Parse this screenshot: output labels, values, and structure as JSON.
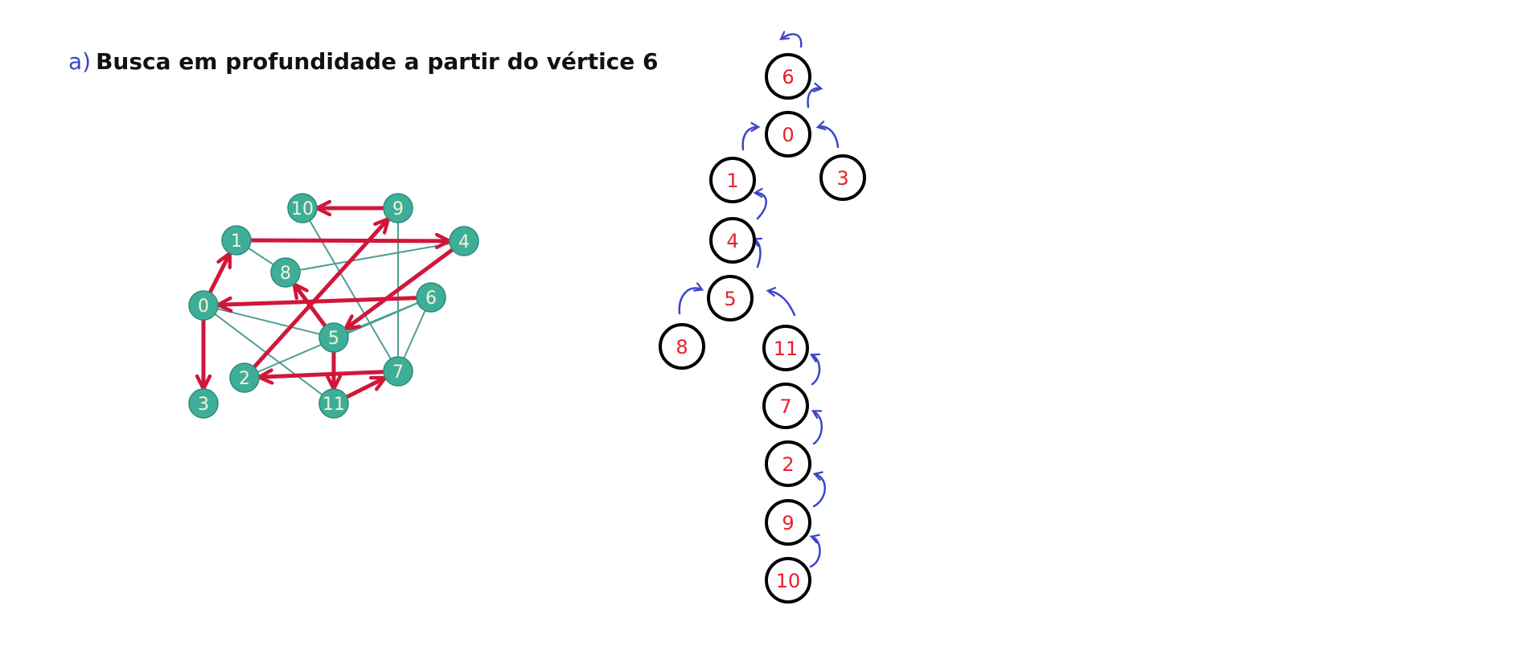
{
  "heading": {
    "label": "a)",
    "text": "Busca em profundidade a partir do vértice 6"
  },
  "colors": {
    "graph_node": "#3fae98",
    "graph_node_stroke": "#2a8c78",
    "graph_edge": "#4e9e94",
    "dfs_arrow": "#d0173a",
    "tree_node_stroke": "#000000",
    "tree_label": "#e8202a",
    "tree_arrow": "#3d45c8",
    "label_light": "#f4f4d8"
  },
  "graph": {
    "nodes": [
      "10",
      "9",
      "1",
      "4",
      "8",
      "0",
      "6",
      "5",
      "2",
      "7",
      "3",
      "11"
    ],
    "edges": [
      [
        "1",
        "8"
      ],
      [
        "8",
        "4"
      ],
      [
        "0",
        "5"
      ],
      [
        "0",
        "11"
      ],
      [
        "0",
        "3"
      ],
      [
        "9",
        "7"
      ],
      [
        "10",
        "7"
      ],
      [
        "6",
        "5"
      ],
      [
        "6",
        "7"
      ],
      [
        "8",
        "5"
      ],
      [
        "5",
        "4"
      ],
      [
        "2",
        "6"
      ]
    ],
    "dfs_arrows": [
      [
        "6",
        "0"
      ],
      [
        "0",
        "1"
      ],
      [
        "1",
        "4"
      ],
      [
        "4",
        "5"
      ],
      [
        "5",
        "8"
      ],
      [
        "5",
        "11"
      ],
      [
        "11",
        "7"
      ],
      [
        "7",
        "2"
      ],
      [
        "2",
        "9"
      ],
      [
        "9",
        "10"
      ],
      [
        "0",
        "3"
      ]
    ]
  },
  "tree": {
    "nodes": [
      "6",
      "0",
      "1",
      "3",
      "4",
      "5",
      "8",
      "11",
      "7",
      "2",
      "9",
      "10"
    ]
  }
}
